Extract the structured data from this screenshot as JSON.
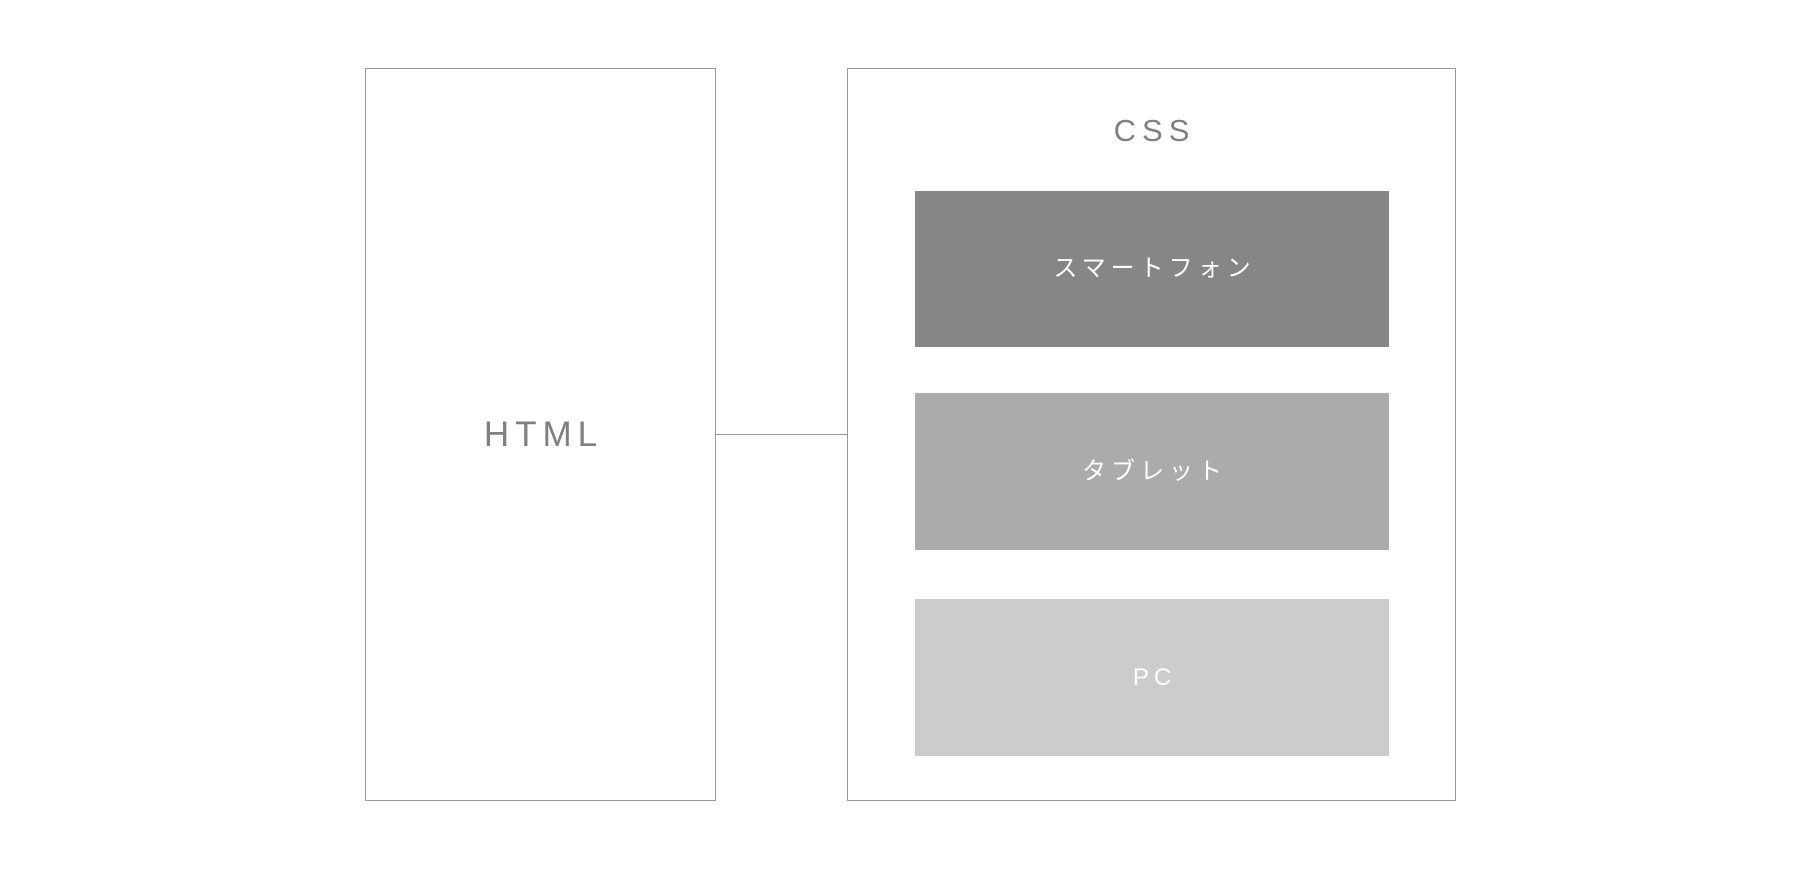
{
  "diagram": {
    "title_html": "HTML",
    "title_css": "CSS",
    "connector_label": "",
    "panels": [
      {
        "id": "html",
        "label": "HTML",
        "border_color": "#9a9a9a",
        "fill_color": "#ffffff",
        "label_color": "#808080"
      },
      {
        "id": "css",
        "label": "CSS",
        "border_color": "#9a9a9a",
        "fill_color": "#ffffff",
        "label_color": "#808080"
      }
    ],
    "media_bars": [
      {
        "label": "スマートフォン",
        "semantic": "smartphone",
        "fill_color": "#868686",
        "text_color": "#ffffff"
      },
      {
        "label": "タブレット",
        "semantic": "tablet",
        "fill_color": "#ababab",
        "text_color": "#ffffff"
      },
      {
        "label": "PC",
        "semantic": "pc",
        "fill_color": "#cccccc",
        "text_color": "#ffffff"
      }
    ],
    "colors": {
      "background": "#ffffff",
      "outline": "#9a9a9a",
      "connector": "#9a9a9a",
      "label_gray": "#808080"
    }
  }
}
